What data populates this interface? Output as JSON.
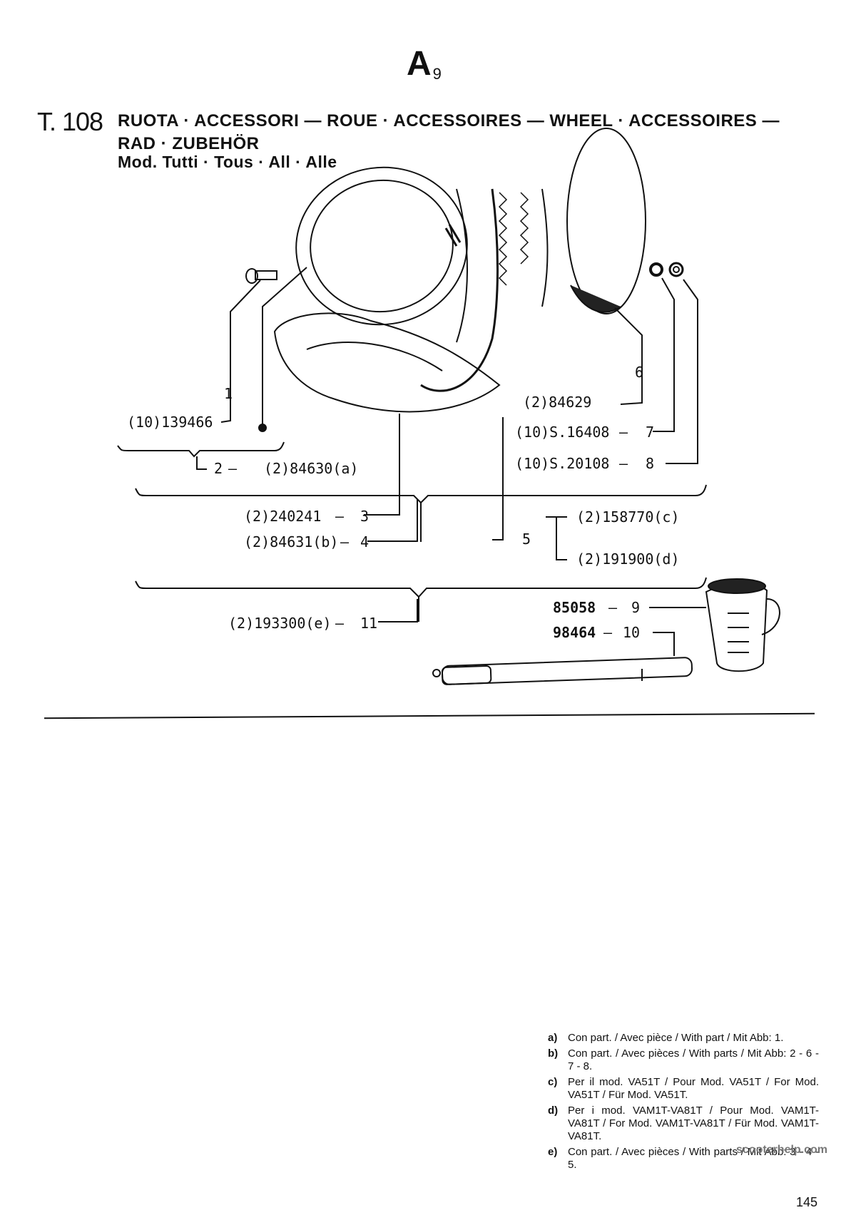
{
  "section": {
    "letter": "A",
    "sub": "9"
  },
  "table": {
    "number": "T. 108",
    "title_line1": "RUOTA · ACCESSORI — ROUE · ACCESSOIRES — WHEEL · ACCESSOIRES —",
    "title_line2": "RAD · ZUBEHÖR",
    "models": "Mod. Tutti · Tous · All · Alle"
  },
  "parts": {
    "p1_ref": "1",
    "p1_code": "(10)139466",
    "p2": "2",
    "p2_code": "(2)84630(a)",
    "p3_code": "(2)240241",
    "p3": "3",
    "p4_code": "(2)84631(b)",
    "p4": "4",
    "p5": "5",
    "p5_code_c": "(2)158770(c)",
    "p5_code_d": "(2)191900(d)",
    "p6": "6",
    "p6_code": "(2)84629",
    "p7_code": "(10)S.16408",
    "p7": "7",
    "p8_code": "(10)S.20108",
    "p8": "8",
    "p9_code": "85058",
    "p9": "9",
    "p10_code": "98464",
    "p10": "10",
    "p11_code": "(2)193300(e)",
    "p11": "11"
  },
  "notes": [
    {
      "key": "a)",
      "text": "Con part. / Avec pièce / With part / Mit Abb: 1."
    },
    {
      "key": "b)",
      "text": "Con part. / Avec pièces / With parts / Mit Abb: 2 - 6 - 7 - 8."
    },
    {
      "key": "c)",
      "text": "Per il mod. VA51T / Pour Mod. VA51T / For Mod. VA51T / Für Mod. VA51T."
    },
    {
      "key": "d)",
      "text": "Per i mod. VAM1T-VA81T / Pour Mod. VAM1T-VA81T / For Mod. VAM1T-VA81T / Für Mod. VAM1T-VA81T."
    },
    {
      "key": "e)",
      "text": "Con part. / Avec pièces / With parts / Mit Abb: 3 - 4 - 5."
    }
  ],
  "watermark": "scooterhelp.com",
  "page_number": "145"
}
